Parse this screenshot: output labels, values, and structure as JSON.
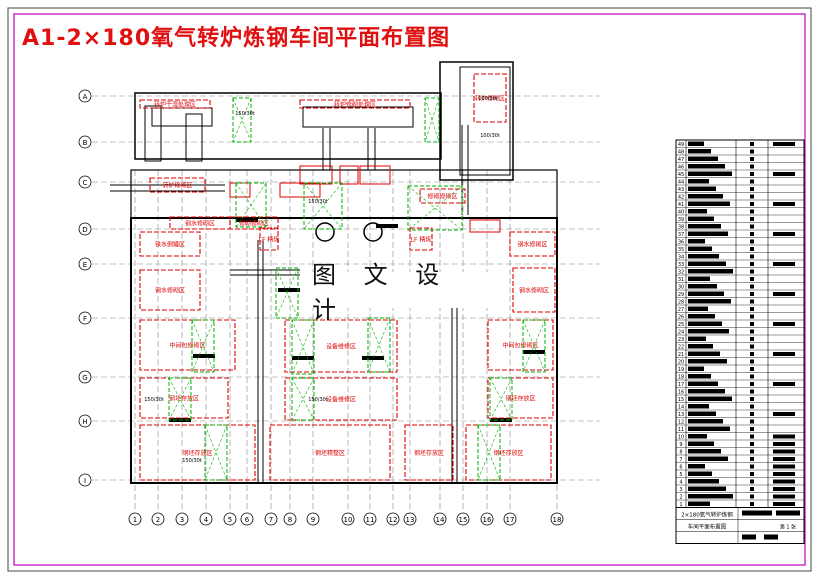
{
  "title": "A1-2×180氧气转炉炼钢车间平面布置图",
  "watermark": "图 文 设 计",
  "row_axes": [
    "A",
    "B",
    "C",
    "D",
    "E",
    "F",
    "G",
    "H",
    "I"
  ],
  "col_axes": [
    "1",
    "2",
    "3",
    "4",
    "5",
    "6",
    "7",
    "8",
    "9",
    "10",
    "11",
    "12",
    "13",
    "14",
    "15",
    "16",
    "17",
    "18"
  ],
  "zones": {
    "top_left": "转炉干湿处理区",
    "top_mid": "转炉修砌处理区",
    "top_right": "转炉修砌区",
    "c_left": "转炉修砌区",
    "d_left1": "铁水倒罐区",
    "d_left2": "钢水修砌区",
    "d_mid1": "修砌修砌区",
    "d_mid2": "修砌修砌区",
    "d_right": "钢水修砌区",
    "e_left": "钢水修砌区",
    "e_right": "钢水修砌区",
    "f_left": "中间包修砌区",
    "f_mid": "设备维修区",
    "f_right": "中间包修砌区",
    "g_left": "钢坯存放区",
    "g_mid": "设备维修区",
    "g_right": "钢坯存放区",
    "h_left": "钢坯存放区",
    "h_mid": "钢坯精整区",
    "h_mid2": "钢坯存放区",
    "h_right": "钢坯存放区",
    "lf1": "LF 精炼",
    "lf2": "LF 精炼"
  },
  "crane_labels": [
    "150/30t",
    "150/30t",
    "150/30t",
    "150/30t",
    "150/30t",
    "100/30t",
    "100/30t"
  ],
  "title_block": {
    "name": "2×180氧气转炉炼钢",
    "subtitle": "车间平面布置图",
    "sheet": "第 1 张"
  },
  "legend_numbers": [
    "49",
    "48",
    "47",
    "46",
    "45",
    "44",
    "43",
    "42",
    "41",
    "40",
    "39",
    "38",
    "37",
    "36",
    "35",
    "34",
    "33",
    "32",
    "31",
    "30",
    "29",
    "28",
    "27",
    "26",
    "25",
    "24",
    "23",
    "22",
    "21",
    "20",
    "19",
    "18",
    "17",
    "16",
    "15",
    "14",
    "13",
    "12",
    "11",
    "10",
    "9",
    "8",
    "7",
    "6",
    "5",
    "4",
    "3",
    "2",
    "1"
  ],
  "colors": {
    "border": "#c000c0",
    "zone": "#e00000",
    "crane": "#00b000",
    "line": "#000000"
  }
}
